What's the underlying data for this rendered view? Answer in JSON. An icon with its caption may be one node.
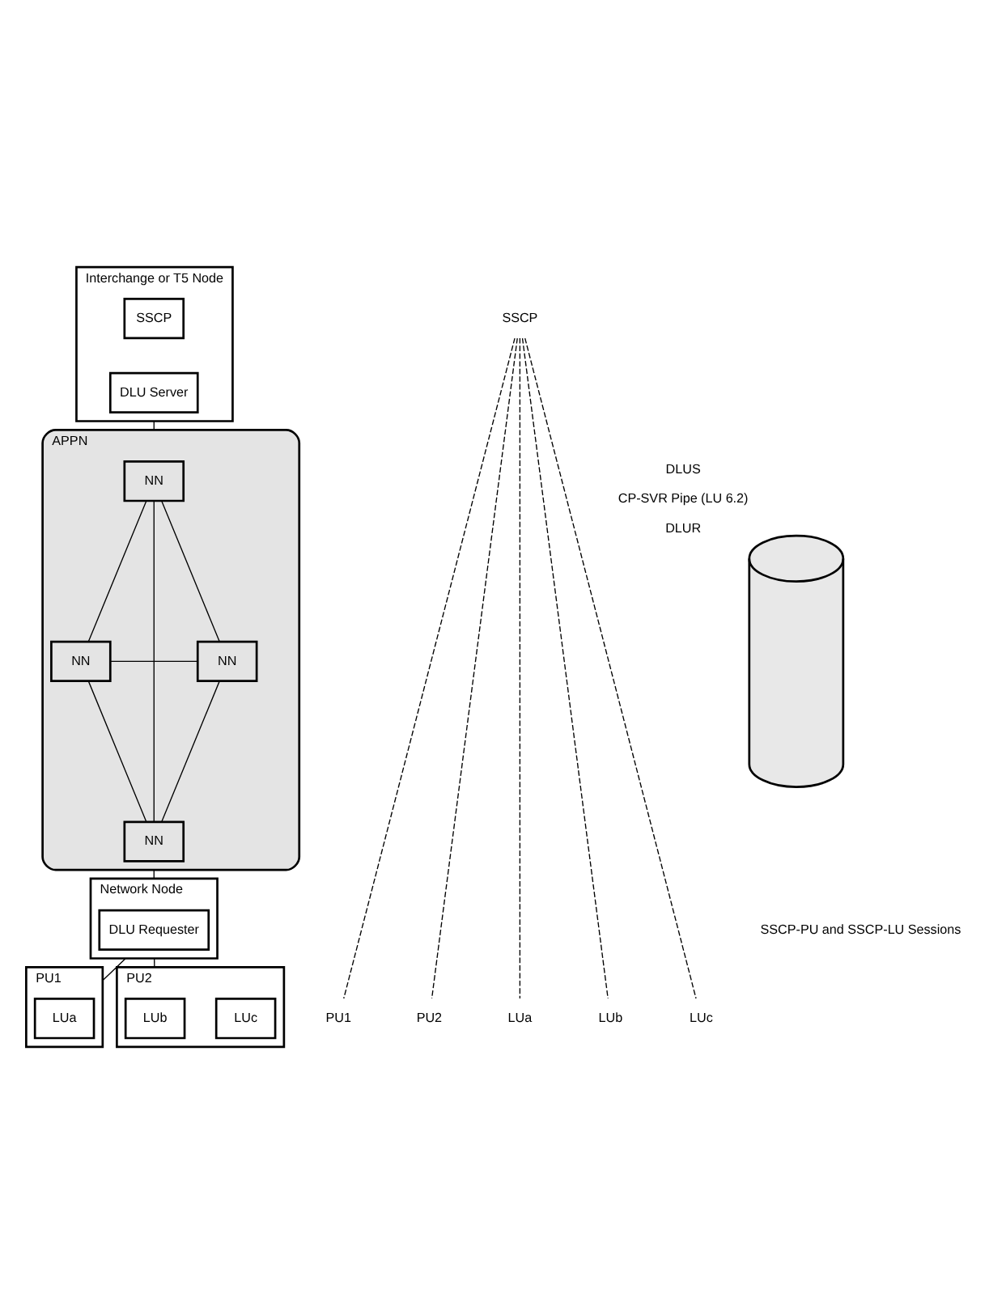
{
  "diagram": {
    "nodes": [
      {
        "text": [
          "Interchange or T5 Node"
        ]
      },
      {
        "text": [
          "SSCP"
        ],
        "in": 0
      },
      {
        "text": [
          "DLU Server"
        ],
        "in": 0
      },
      {
        "text": [
          "APPN"
        ]
      },
      {
        "text": [
          "NN"
        ],
        "in": 3
      },
      {
        "text": [
          "NN"
        ],
        "in": 3
      },
      {
        "text": [
          "NN"
        ],
        "in": 3
      },
      {
        "text": [
          "NN"
        ],
        "in": 3
      },
      {
        "text": [
          "Network Node"
        ]
      },
      {
        "text": [
          "DLU Requester"
        ],
        "in": 8
      },
      {
        "text": [
          "PU1"
        ]
      },
      {
        "text": [
          "LUa"
        ],
        "in": 10
      },
      {
        "text": [
          "PU2"
        ]
      },
      {
        "text": [
          "LUb"
        ],
        "in": 12
      },
      {
        "text": [
          "LUc"
        ],
        "in": 12
      },
      {
        "text": [
          "SSCP"
        ]
      },
      {
        "text": [],
        "shape": "cylinder",
        "beside": [
          "DLUS",
          "CP-SVR Pipe (LU 6.2)",
          "DLUR"
        ]
      },
      {
        "text": [
          "PU1"
        ]
      },
      {
        "text": [
          "PU2"
        ]
      },
      {
        "text": [
          "LUa"
        ]
      },
      {
        "text": [
          "LUb"
        ]
      },
      {
        "text": [
          "LUc"
        ]
      }
    ],
    "edges": [
      {
        "from": 0,
        "to": 3,
        "arrow": "none"
      },
      {
        "from": 4,
        "to": 5,
        "arrow": "none"
      },
      {
        "from": 4,
        "to": 6,
        "arrow": "none"
      },
      {
        "from": 5,
        "to": 7,
        "arrow": "none"
      },
      {
        "from": 6,
        "to": 7,
        "arrow": "none"
      },
      {
        "from": 4,
        "to": 7,
        "arrow": "none"
      },
      {
        "from": 5,
        "to": 6,
        "arrow": "none"
      },
      {
        "from": 3,
        "to": 8,
        "arrow": "none"
      },
      {
        "from": 8,
        "to": 10,
        "arrow": "none"
      },
      {
        "from": 8,
        "to": 12,
        "arrow": "none"
      },
      {
        "from": 15,
        "to": 17,
        "arrow": "none",
        "style": "dashed"
      },
      {
        "from": 15,
        "to": 18,
        "arrow": "none",
        "style": "dashed"
      },
      {
        "from": 15,
        "to": 19,
        "arrow": "none",
        "style": "dashed"
      },
      {
        "from": 15,
        "to": 20,
        "arrow": "none",
        "style": "dashed"
      },
      {
        "from": 15,
        "to": 21,
        "arrow": "none",
        "style": "dashed"
      }
    ],
    "labels": [
      "SSCP-PU and SSCP-LU Sessions"
    ]
  }
}
